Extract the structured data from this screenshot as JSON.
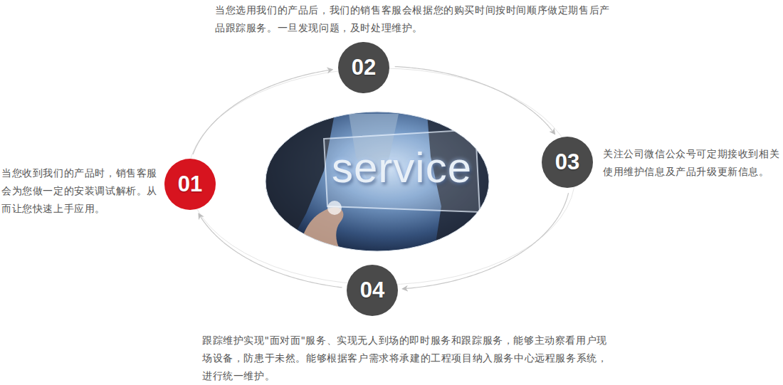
{
  "diagram": {
    "nodes": [
      {
        "text": [
          "01"
        ]
      },
      {
        "text": [
          "02"
        ]
      },
      {
        "text": [
          "03"
        ]
      },
      {
        "text": [
          "04"
        ]
      }
    ],
    "edges": [
      {
        "from": 0,
        "to": 1,
        "arrow": "to"
      },
      {
        "from": 1,
        "to": 2,
        "arrow": "to"
      },
      {
        "from": 2,
        "to": 3,
        "arrow": "to"
      },
      {
        "from": 3,
        "to": 0,
        "arrow": "to"
      }
    ],
    "labels": [
      "service",
      "当您收到我们的产品时，销售客服会为您做一定的安装调试解析。从而让您快速上手应用。",
      "当您选用我们的产品后，我们的销售客服会根据您的购买时间按时间顺序做定期售后产品跟踪服务。一旦发现问题，及时处理维护。",
      "关注公司微信公众号可定期接收到相关使用维护信息及产品升级更新信息。",
      "跟踪维护实现\"面对面\"服务、实现无人到场的即时服务和跟踪服务，能够主动察看用户现场设备，防患于未然。能够根据客户需求将承建的工程项目纳入服务中心远程服务系统，进行统一维护。"
    ]
  }
}
